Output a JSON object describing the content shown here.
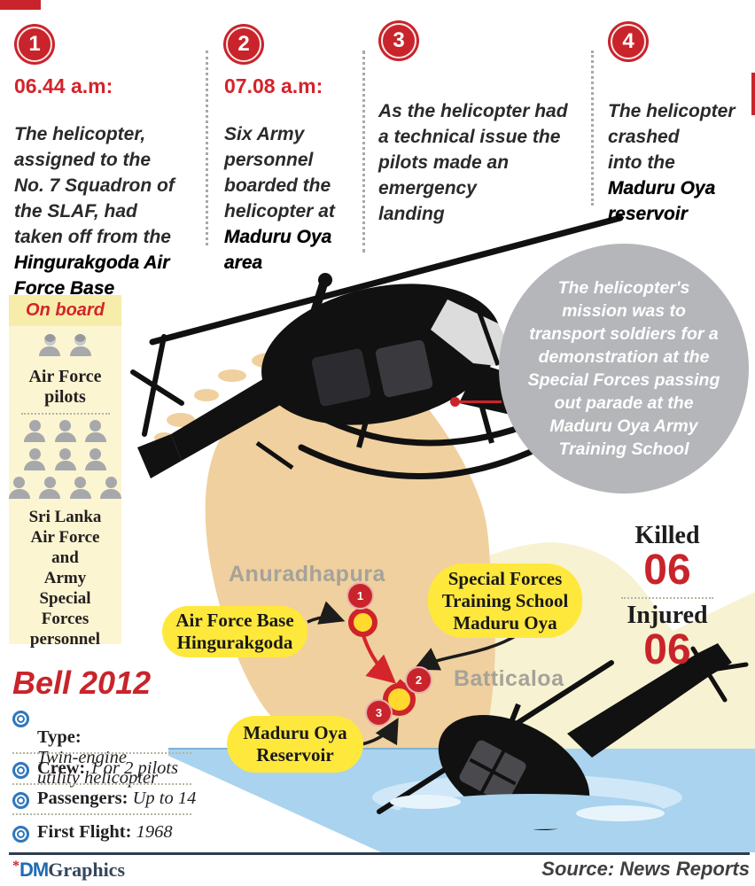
{
  "colors": {
    "red": "#c9242b",
    "yellow": "#ffe83c",
    "map_tan": "#f0d09e",
    "water_blue": "#a9d3ee",
    "mission_gray": "#b5b6ba",
    "cream": "#f7f2d2",
    "bullet_blue": "#2f77bc",
    "dm_blue": "#1f6cb4"
  },
  "timeline": {
    "steps": [
      {
        "num": "1",
        "time": "06.44 a.m:",
        "text": "The helicopter,\nassigned to the\nNo. 7 Squadron of\nthe SLAF, had\ntaken off from the",
        "bold": "Hingurakgoda Air\nForce Base"
      },
      {
        "num": "2",
        "time": "07.08 a.m:",
        "text": "Six Army\npersonnel\nboarded the\nhelicopter at",
        "bold": "Maduru Oya\narea"
      },
      {
        "num": "3",
        "time": "",
        "text": "As the helicopter had\na technical issue the\npilots made an\nemergency\nlanding",
        "bold": ""
      },
      {
        "num": "4",
        "time": "",
        "text": "The helicopter\ncrashed\ninto the",
        "bold": "Maduru Oya\nreservoir"
      }
    ]
  },
  "onboard": {
    "header": "On board",
    "pilots_label": "Air Force\npilots",
    "personnel_label": "Sri Lanka\nAir Force\nand\nArmy\nSpecial\nForces\npersonnel"
  },
  "mission": {
    "text": "The helicopter's\nmission was to\ntransport soldiers for a\ndemonstration at the\nSpecial Forces passing\nout parade at the\nMaduru Oya Army\nTraining School"
  },
  "casualties": {
    "killed_label": "Killed",
    "killed_value": "06",
    "injured_label": "Injured",
    "injured_value": "06"
  },
  "map": {
    "region_label_1": "Anuradhapura",
    "region_label_2": "Batticaloa",
    "callout_airbase": "Air Force Base\nHingurakgoda",
    "callout_school": "Special Forces\nTraining School\nMaduru Oya",
    "callout_reservoir": "Maduru Oya\nReservoir",
    "badges": [
      "1",
      "2",
      "3"
    ]
  },
  "specs": {
    "title": "Bell 2012",
    "items": [
      {
        "label": "Type:",
        "value": "Twin-engine\nutility helicopter"
      },
      {
        "label": "Crew:",
        "value": "1 or 2 pilots"
      },
      {
        "label": "Passengers:",
        "value": "Up to 14"
      },
      {
        "label": "First Flight:",
        "value": "1968"
      }
    ]
  },
  "footer": {
    "credit_mark": "*",
    "credit_dm": "DM",
    "credit_name": "Graphics",
    "source": "Source: News Reports"
  }
}
